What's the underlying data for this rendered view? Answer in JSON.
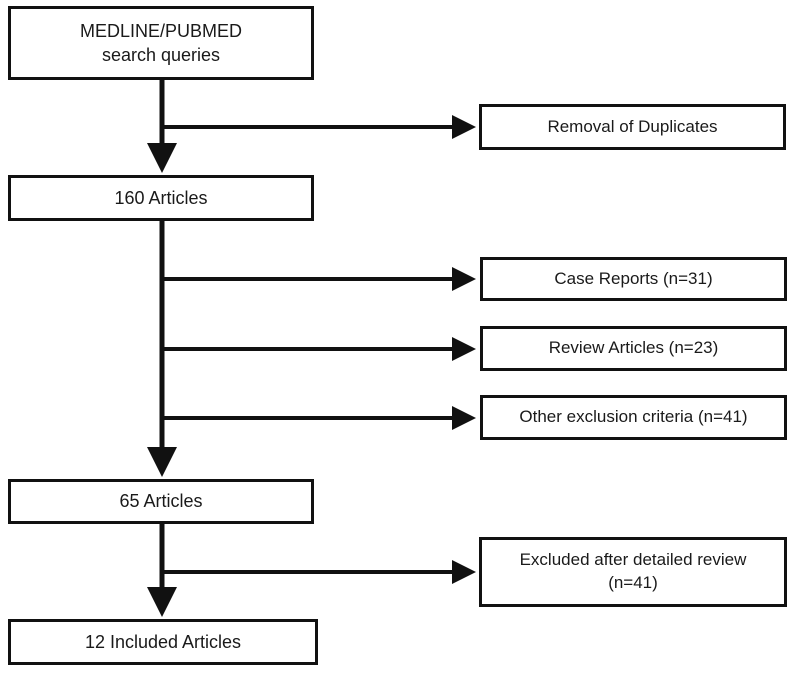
{
  "flowchart": {
    "main_steps": [
      {
        "id": "search",
        "lines": [
          "MEDLINE/PUBMED",
          "search queries"
        ]
      },
      {
        "id": "n160",
        "lines": [
          "160 Articles"
        ]
      },
      {
        "id": "n65",
        "lines": [
          "65 Articles"
        ]
      },
      {
        "id": "included",
        "lines": [
          "12 Included Articles"
        ]
      }
    ],
    "side_steps": [
      {
        "id": "duplicates",
        "lines": [
          "Removal of Duplicates"
        ]
      },
      {
        "id": "case_reports",
        "lines": [
          "Case Reports (n=31)"
        ]
      },
      {
        "id": "reviews",
        "lines": [
          "Review Articles (n=23)"
        ]
      },
      {
        "id": "other",
        "lines": [
          "Other exclusion criteria (n=41)"
        ]
      },
      {
        "id": "detailed",
        "lines": [
          "Excluded after detailed review",
          "(n=41)"
        ]
      }
    ],
    "line_color": "#111111",
    "box_border_color": "#111111"
  }
}
